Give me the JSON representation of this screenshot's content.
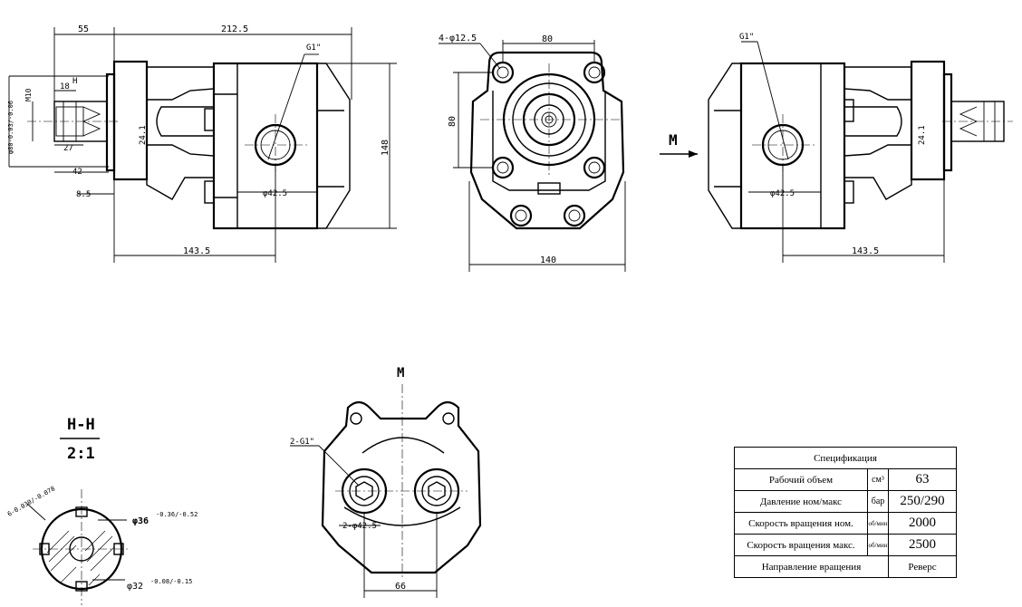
{
  "dims": {
    "d55": "55",
    "d212": "212.5",
    "g1_a": "G1\"",
    "h": "H",
    "m10": "M10",
    "d18": "18",
    "d80tol": "φ80-0.03/-0.06",
    "d24_1": "24.1",
    "d27": "27",
    "d42": "42",
    "d8_5": "8.5",
    "d42_5": "φ42.5",
    "d148": "148",
    "d143_5": "143.5",
    "holes": "4-φ12.5",
    "d80": "80",
    "d80v": "80",
    "d140": "140",
    "m_arrow": "M",
    "g1_b": "G1\"",
    "d42_5b": "φ42.5",
    "d24_1b": "24.1",
    "d143_5b": "143.5",
    "m_top": "M",
    "g1_2": "2-G1\"",
    "d42_5_2": "2-φ42.5",
    "d66": "66",
    "section_title": "H-H",
    "section_scale": "2:1",
    "spline_tol": "6-0.030/-0.078",
    "d36": "φ36",
    "d36tol": "-0.36/-0.52",
    "d32": "φ32",
    "d32tol": "-0.08/-0.15"
  },
  "spec": {
    "title": "Спецификация",
    "rows": [
      {
        "label": "Рабочий объем",
        "unit": "см³",
        "value": "63"
      },
      {
        "label": "Давление ном/макс",
        "unit": "бар",
        "value": "250/290"
      },
      {
        "label": "Скорость вращения ном.",
        "unit": "об/мин",
        "value": "2000"
      },
      {
        "label": "Скорость вращения макс.",
        "unit": "об/мин",
        "value": "2500"
      },
      {
        "label": "Направление вращения",
        "unit": "",
        "value": "Реверс"
      }
    ]
  }
}
